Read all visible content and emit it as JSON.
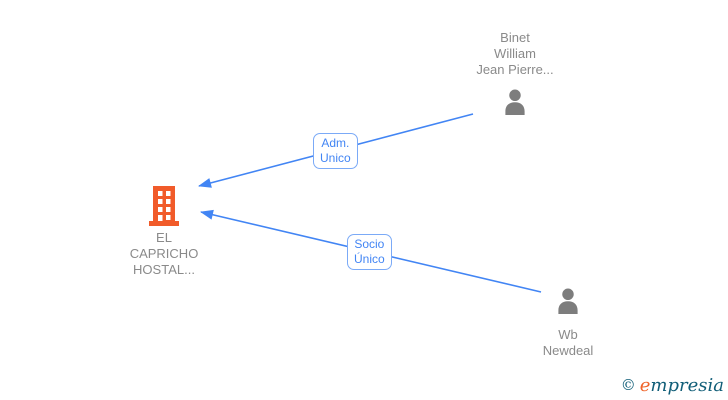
{
  "diagram": {
    "company": {
      "label": "EL\nCAPRICHO\nHOSTAL...",
      "icon": "building-icon",
      "color": "#f15b2a"
    },
    "persons": [
      {
        "label": "Binet\nWilliam\nJean Pierre...",
        "icon": "person-icon"
      },
      {
        "label": "Wb\nNewdeal",
        "icon": "person-icon"
      }
    ],
    "edges": [
      {
        "label": "Adm.\nUnico",
        "from": "Binet William Jean Pierre...",
        "to": "EL CAPRICHO HOSTAL..."
      },
      {
        "label": "Socio\nÚnico",
        "from": "Wb Newdeal",
        "to": "EL CAPRICHO HOSTAL..."
      }
    ]
  },
  "colors": {
    "edge_blue": "#4285f4",
    "edge_label_border": "#7baaf7",
    "node_text_gray": "#8a8a8a",
    "person_icon_gray": "#7d7d7d",
    "building_orange": "#f15b2a",
    "logo_teal": "#115e78",
    "logo_orange": "#f0642a"
  },
  "logo": {
    "copyright": "©",
    "first_letter": "e",
    "rest": "mpresia"
  }
}
